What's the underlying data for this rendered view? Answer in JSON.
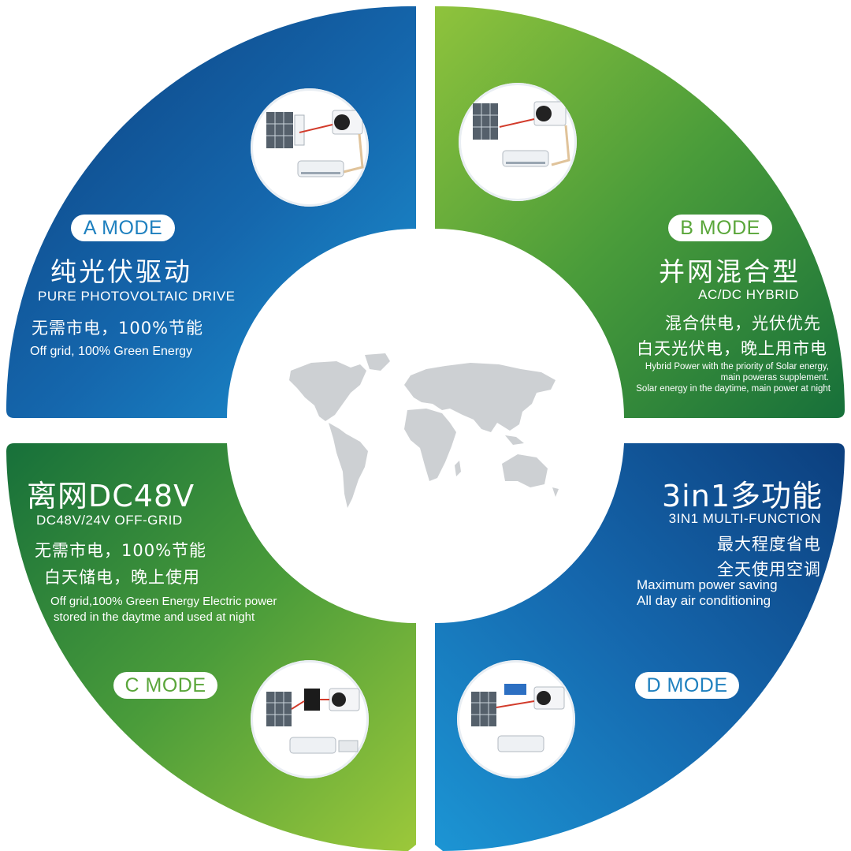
{
  "colors": {
    "blue_dark": "#0f4f90",
    "blue_light": "#1c8fd0",
    "green_dark": "#1d7a3a",
    "green_light": "#9cc83a",
    "map_gray": "#cdd0d3",
    "pill_blue": "#1e80bf",
    "pill_green": "#5aa63a"
  },
  "modes": {
    "a": {
      "badge": "A MODE",
      "title_zh": "纯光伏驱动",
      "title_en": "PURE PHOTOVOLTAIC DRIVE",
      "line1_zh": "无需市电，100%节能",
      "line1_en": "Off grid, 100% Green Energy"
    },
    "b": {
      "badge": "B MODE",
      "title_zh": "并网混合型",
      "title_en": "AC/DC HYBRID",
      "line1_zh": "混合供电，光伏优先",
      "line2_zh": "白天光伏电，晚上用市电",
      "desc1": "Hybrid Power with the priority of Solar energy,",
      "desc2": "main poweras supplement.",
      "desc3": "Solar energy in the daytime, main power at night"
    },
    "c": {
      "badge": "C MODE",
      "title_zh": "离网DC48V",
      "title_en": "DC48V/24V OFF-GRID",
      "line1_zh": "无需市电，100%节能",
      "line2_zh": "白天储电，晚上使用",
      "desc1": "Off grid,100% Green Energy Electric power",
      "desc2": "stored in the daytme and used at night"
    },
    "d": {
      "badge": "D MODE",
      "title_zh": "3in1多功能",
      "title_en": "3IN1 MULTI-FUNCTION",
      "line1_zh": "最大程度省电",
      "line2_zh": "全天使用空调",
      "desc1": "Maximum power saving",
      "desc2": "All day air conditioning"
    }
  },
  "icons": {
    "center": "world-map-icon",
    "diagram": "solar-panel-ac-diagram-icon"
  }
}
